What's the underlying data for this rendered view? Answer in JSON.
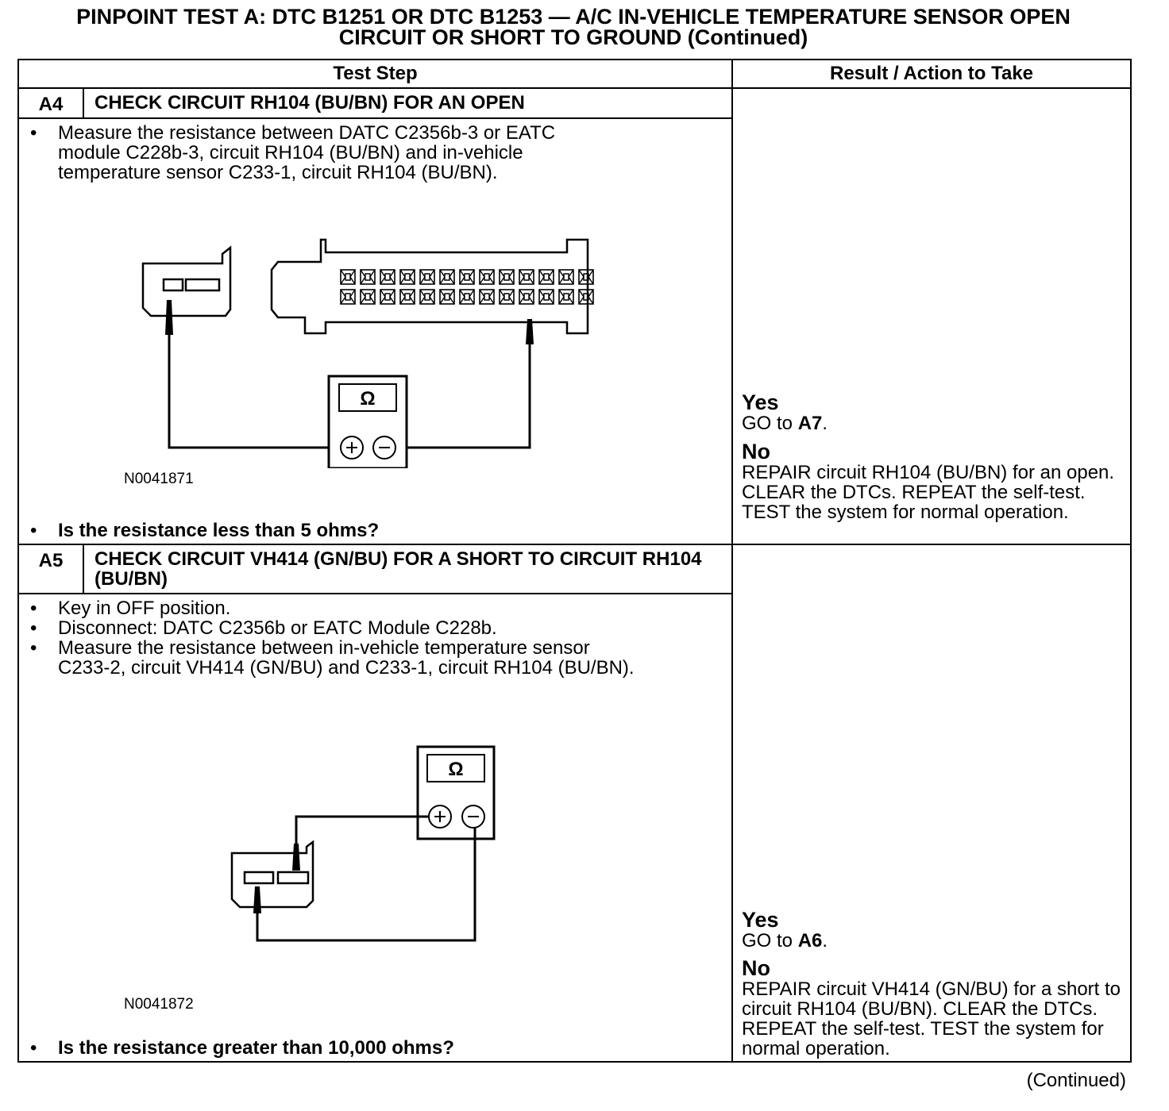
{
  "title_line1": "PINPOINT TEST  A: DTC B1251 OR DTC B1253 — A/C IN-VEHICLE TEMPERATURE SENSOR OPEN",
  "title_line2": "CIRCUIT OR SHORT TO GROUND (Continued)",
  "columns": {
    "step": "Test Step",
    "result": "Result / Action to Take"
  },
  "steps": [
    {
      "id": "A4",
      "heading": "CHECK CIRCUIT RH104 (BU/BN) FOR AN OPEN",
      "bullets": [
        "Measure the resistance between DATC C2356b-3 or EATC module C228b-3, circuit RH104 (BU/BN) and in-vehicle temperature sensor C233-1, circuit RH104  (BU/BN)."
      ],
      "figure_id": "N0041871",
      "meter_symbol": "Ω",
      "question": "Is the resistance less than 5 ohms?",
      "yes_label": "Yes",
      "yes_prefix": "GO to ",
      "yes_target": "A7",
      "yes_suffix": ".",
      "no_label": "No",
      "no_text": "REPAIR circuit RH104 (BU/BN) for an open. CLEAR the DTCs. REPEAT the self-test. TEST the system for normal operation."
    },
    {
      "id": "A5",
      "heading": "CHECK CIRCUIT VH414 (GN/BU) FOR A SHORT TO CIRCUIT RH104 (BU/BN)",
      "bullets": [
        "Key in OFF position.",
        "Disconnect: DATC C2356b or EATC Module C228b.",
        "Measure the resistance between in-vehicle temperature sensor C233-2, circuit VH414 (GN/BU) and C233-1, circuit RH104 (BU/BN)."
      ],
      "figure_id": "N0041872",
      "meter_symbol": "Ω",
      "question": "Is the resistance greater than 10,000 ohms?",
      "yes_label": "Yes",
      "yes_prefix": "GO to ",
      "yes_target": "A6",
      "yes_suffix": ".",
      "no_label": "No",
      "no_text": "REPAIR circuit VH414 (GN/BU) for a short to circuit RH104 (BU/BN). CLEAR the DTCs. REPEAT the self-test. TEST the system for normal operation."
    }
  ],
  "continued": "(Continued)"
}
